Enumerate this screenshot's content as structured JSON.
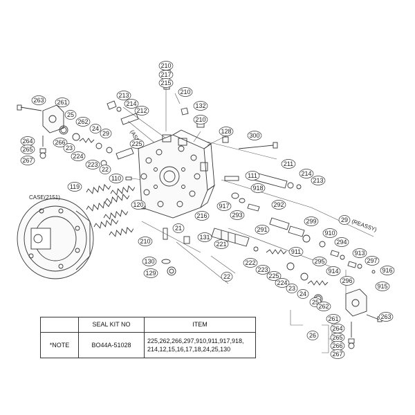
{
  "labels": {
    "case": "CASE(2151)",
    "assy": "(ASSY)",
    "reassy": "(REASSY)"
  },
  "callouts": [
    {
      "id": "c210a",
      "text": "210"
    },
    {
      "id": "c217",
      "text": "217"
    },
    {
      "id": "c215",
      "text": "215"
    },
    {
      "id": "c210b",
      "text": "210"
    },
    {
      "id": "c263a",
      "text": "263"
    },
    {
      "id": "c261a",
      "text": "261"
    },
    {
      "id": "c213a",
      "text": "213"
    },
    {
      "id": "c214a",
      "text": "214"
    },
    {
      "id": "c212",
      "text": "212"
    },
    {
      "id": "c132",
      "text": "132"
    },
    {
      "id": "c210c",
      "text": "210"
    },
    {
      "id": "c25a",
      "text": "25"
    },
    {
      "id": "c262a",
      "text": "262"
    },
    {
      "id": "c24a",
      "text": "24"
    },
    {
      "id": "c29a",
      "text": "29"
    },
    {
      "id": "c128",
      "text": "128"
    },
    {
      "id": "c300",
      "text": "300"
    },
    {
      "id": "c264a",
      "text": "264"
    },
    {
      "id": "c265a",
      "text": "265"
    },
    {
      "id": "c266a",
      "text": "266"
    },
    {
      "id": "c267a",
      "text": "267"
    },
    {
      "id": "c23a",
      "text": "23"
    },
    {
      "id": "c224a",
      "text": "224"
    },
    {
      "id": "c225a",
      "text": "225"
    },
    {
      "id": "c223a",
      "text": "223"
    },
    {
      "id": "c22a",
      "text": "22"
    },
    {
      "id": "c211",
      "text": "211"
    },
    {
      "id": "c214b",
      "text": "214"
    },
    {
      "id": "c213b",
      "text": "213"
    },
    {
      "id": "c111",
      "text": "111"
    },
    {
      "id": "c110",
      "text": "110"
    },
    {
      "id": "c119",
      "text": "119"
    },
    {
      "id": "c918",
      "text": "918"
    },
    {
      "id": "c120",
      "text": "120"
    },
    {
      "id": "c917",
      "text": "917"
    },
    {
      "id": "c292",
      "text": "292"
    },
    {
      "id": "c293",
      "text": "293"
    },
    {
      "id": "c216",
      "text": "216"
    },
    {
      "id": "c21",
      "text": "21"
    },
    {
      "id": "c29b",
      "text": "29"
    },
    {
      "id": "c299",
      "text": "299"
    },
    {
      "id": "c291",
      "text": "291"
    },
    {
      "id": "c910",
      "text": "910"
    },
    {
      "id": "c221",
      "text": "221"
    },
    {
      "id": "c294",
      "text": "294"
    },
    {
      "id": "c131",
      "text": "131"
    },
    {
      "id": "c210d",
      "text": "210"
    },
    {
      "id": "c911",
      "text": "911"
    },
    {
      "id": "c913",
      "text": "913"
    },
    {
      "id": "c295",
      "text": "295"
    },
    {
      "id": "c297",
      "text": "297"
    },
    {
      "id": "c130",
      "text": "130"
    },
    {
      "id": "c222b",
      "text": "222"
    },
    {
      "id": "c223b",
      "text": "223"
    },
    {
      "id": "c914",
      "text": "914"
    },
    {
      "id": "c916",
      "text": "916"
    },
    {
      "id": "c129",
      "text": "129"
    },
    {
      "id": "c225b",
      "text": "225"
    },
    {
      "id": "c296",
      "text": "296"
    },
    {
      "id": "c22b",
      "text": "22"
    },
    {
      "id": "c224b",
      "text": "224"
    },
    {
      "id": "c915",
      "text": "915"
    },
    {
      "id": "c23b",
      "text": "23"
    },
    {
      "id": "c24b",
      "text": "24"
    },
    {
      "id": "c25b",
      "text": "25"
    },
    {
      "id": "c262b",
      "text": "262"
    },
    {
      "id": "c261b",
      "text": "261"
    },
    {
      "id": "c263b",
      "text": "263"
    },
    {
      "id": "c264b",
      "text": "264"
    },
    {
      "id": "c26",
      "text": "26"
    },
    {
      "id": "c265b",
      "text": "265"
    },
    {
      "id": "c266b",
      "text": "266"
    },
    {
      "id": "c267b",
      "text": "267"
    }
  ],
  "table": {
    "header_seal": "SEAL KIT NO",
    "header_item": "ITEM",
    "row_note": "*NOTE",
    "row_kit": "BO44A-51028",
    "row_items_line1": "225,262,266,297,910,911,917,918,",
    "row_items_line2": "214,12,15,16,17,18,24,25,130"
  }
}
